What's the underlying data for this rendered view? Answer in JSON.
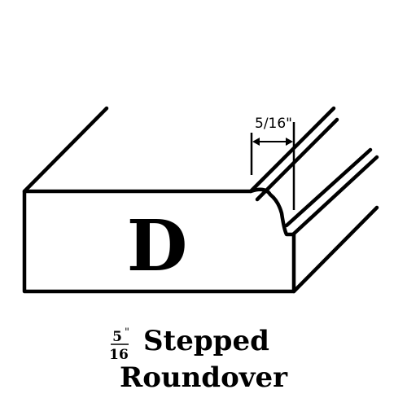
{
  "profile": {
    "letter": "D",
    "dimension_label": "5/16\"",
    "caption": {
      "fraction_numerator": "5",
      "fraction_inch_mark": "\"",
      "fraction_denominator": "16",
      "line1": "Stepped",
      "line2": "Roundover"
    }
  },
  "colors": {
    "ink": "#000000",
    "background": "#ffffff"
  }
}
